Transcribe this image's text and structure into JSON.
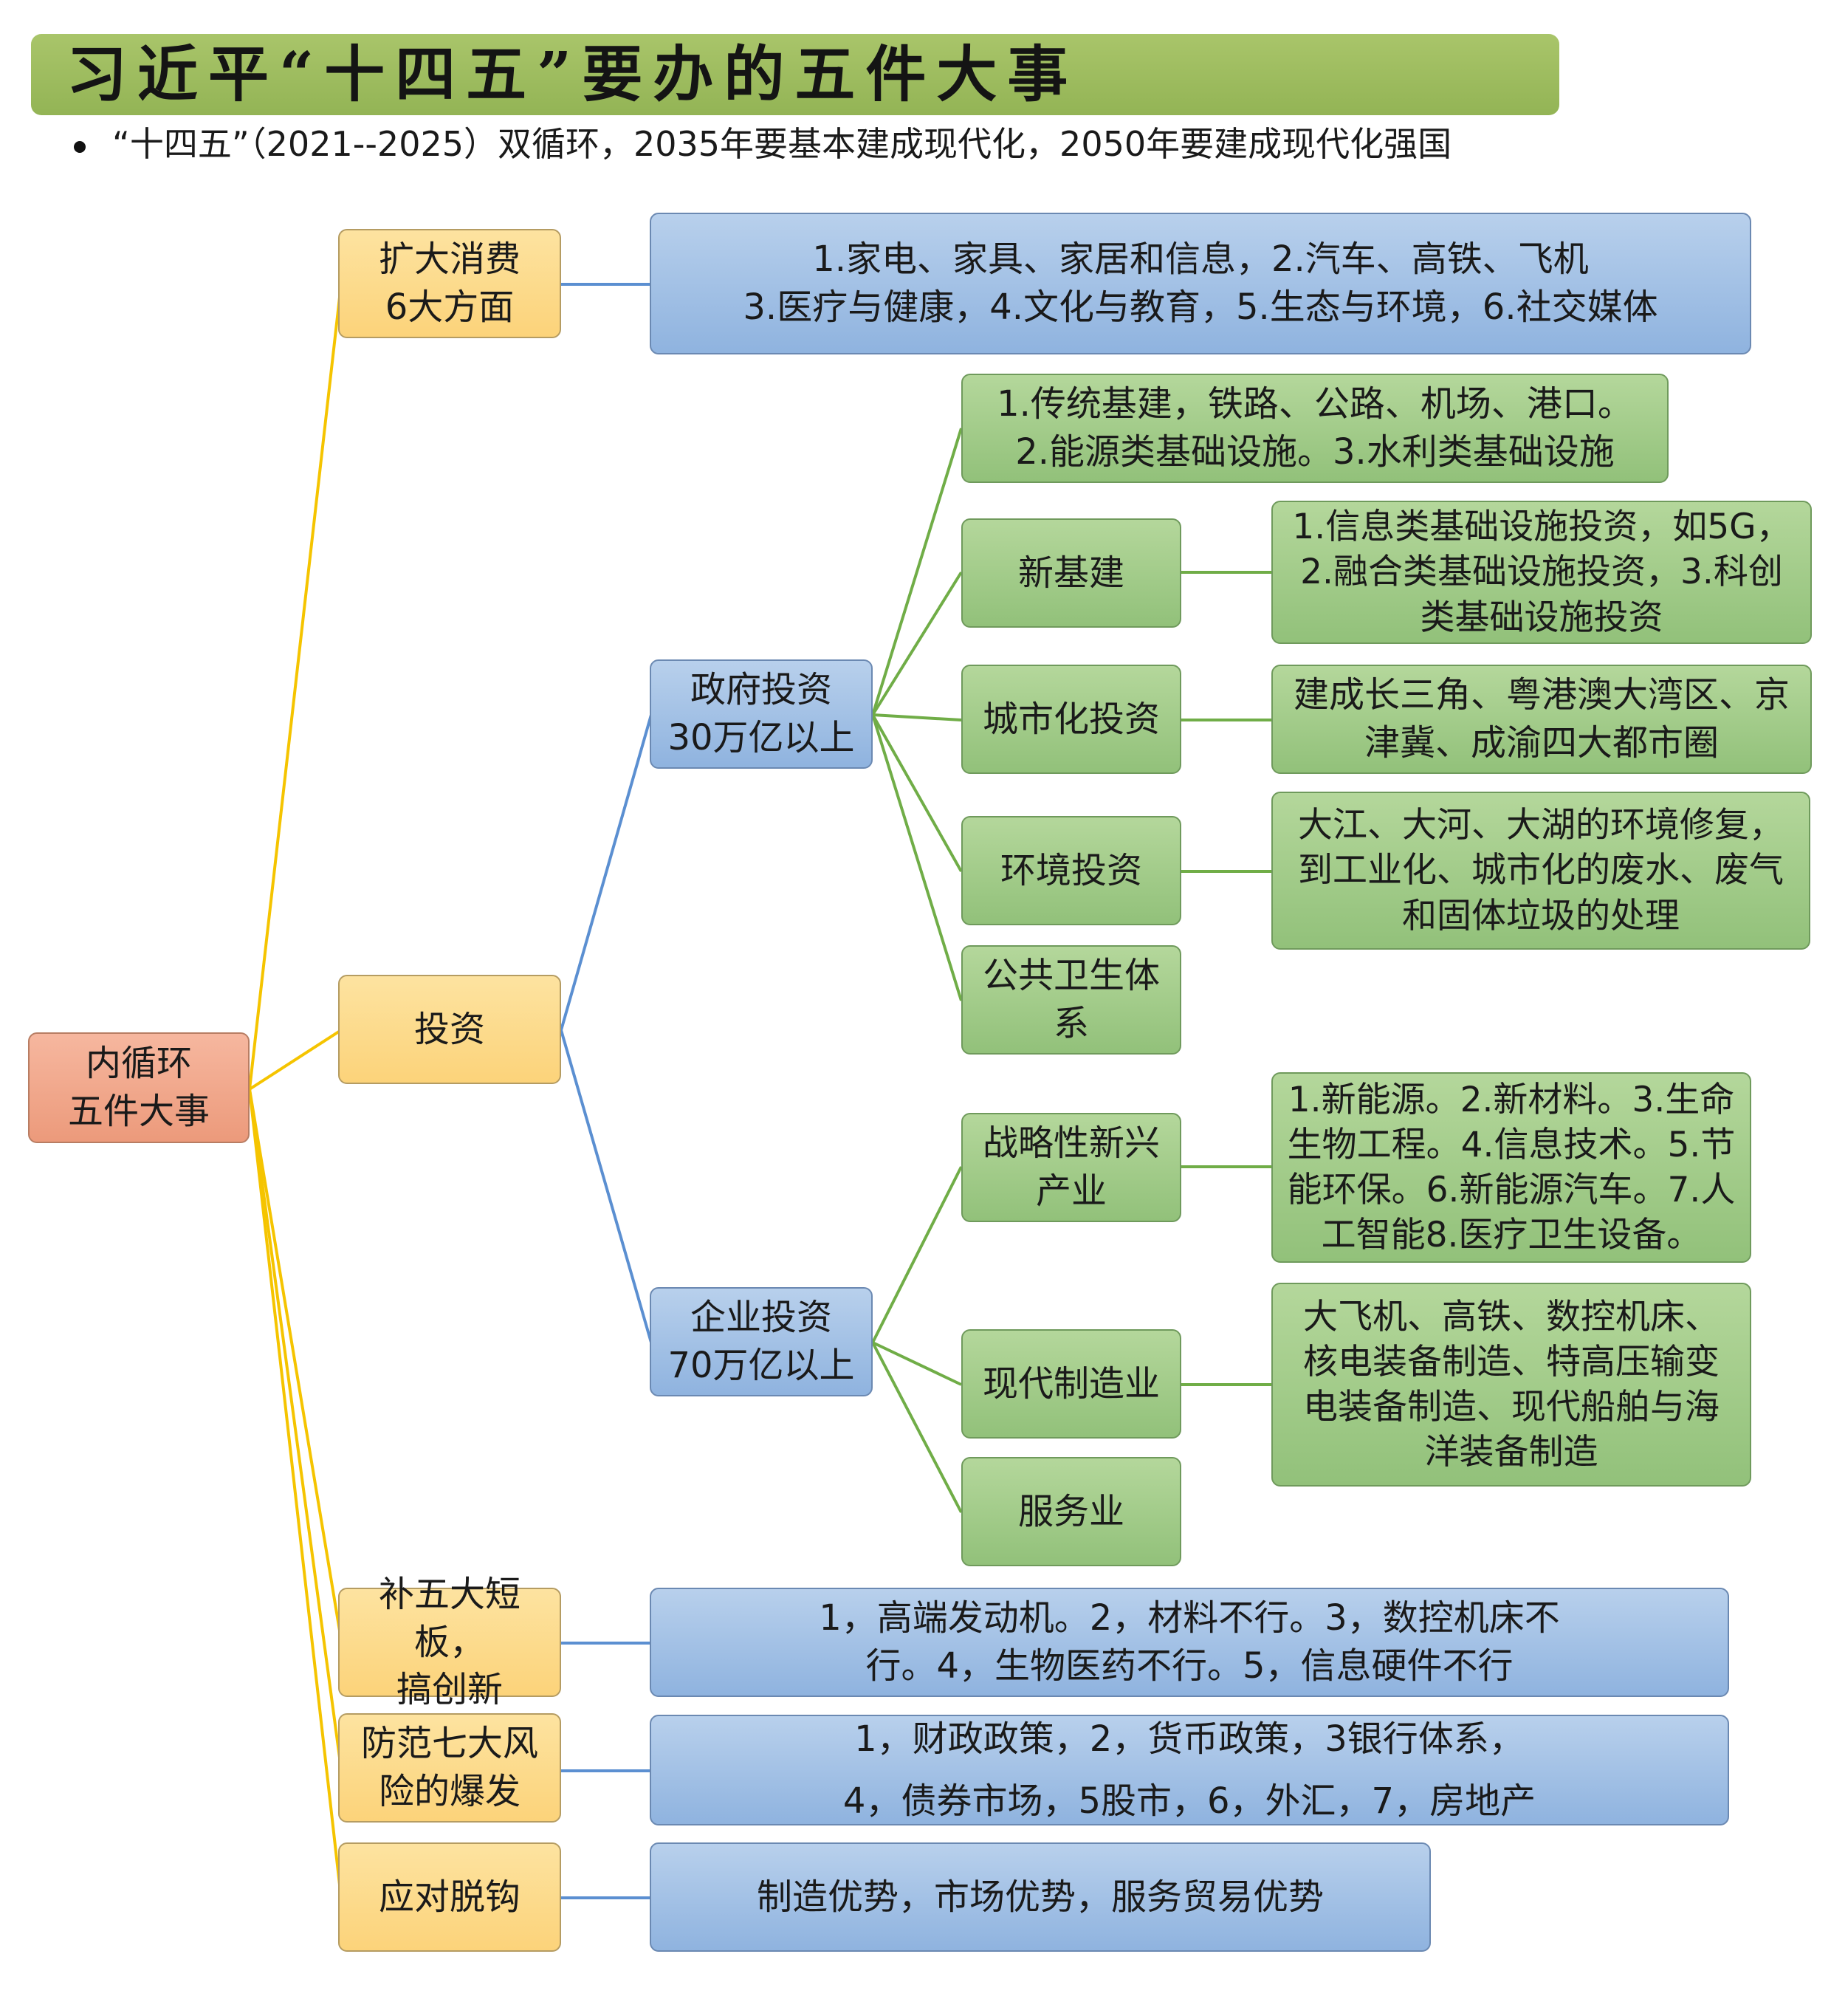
{
  "title": "习近平“十四五”要办的五件大事",
  "subtitle": "“十四五”（2021--2025）双循环，2035年要基本建成现代化，2050年要建成现代化强国",
  "colors": {
    "title_bar": "#9dbb5c",
    "root": "#f2a88c",
    "level1": "#fcd67f",
    "blue_box": "#a3c1e6",
    "green_box": "#a6cd8c",
    "line_yellow": "#f5c400",
    "line_blue": "#5b8fd1",
    "line_green": "#70ad47"
  },
  "nodes": {
    "root": "内循环\n五件大事",
    "consume": "扩大消费\n6大方面",
    "consume_detail": "1.家电、家具、家居和信息，2.汽车、高铁、飞机\n3.医疗与健康，4.文化与教育，5.生态与环境，6.社交媒体",
    "invest": "投资",
    "gov_invest": "政府投资\n30万亿以上",
    "traditional_infra": "1.传统基建，铁路、公路、机场、港口。\n2.能源类基础设施。3.水利类基础设施",
    "new_infra": "新基建",
    "new_infra_detail": "1.信息类基础设施投资，如5G，\n2.融合类基础设施投资，3.科创\n类基础设施投资",
    "urban_invest": "城市化投资",
    "urban_detail": "建成长三角、粤港澳大湾区、京\n津冀、成渝四大都市圈",
    "env_invest": "环境投资",
    "env_detail": "大江、大河、大湖的环境修复，\n到工业化、城市化的废水、废气\n和固体垃圾的处理",
    "public_health": "公共卫生体\n系",
    "corp_invest": "企业投资\n70万亿以上",
    "strategic": "战略性新兴\n产业",
    "strategic_detail": "1.新能源。2.新材料。3.生命\n生物工程。4.信息技术。5.节\n能环保。6.新能源汽车。7.人\n工智能8.医疗卫生设备。",
    "manufacturing": "现代制造业",
    "manufacturing_detail": "大飞机、高铁、数控机床、\n核电装备制造、特高压输变\n电装备制造、现代船舶与海\n洋装备制造",
    "services": "服务业",
    "shortboard": "补五大短板，\n搞创新",
    "shortboard_detail": "1，高端发动机。2，材料不行。3，数控机床不\n行。4，生物医药不行。5，信息硬件不行",
    "risk": "防范七大风\n险的爆发",
    "risk_detail": "1，财政政策，2，货币政策，3银行体系，\n4，债券市场，5股市，6，外汇，7，房地产",
    "decouple": "应对脱钩",
    "decouple_detail": "制造优势，市场优势，服务贸易优势"
  }
}
